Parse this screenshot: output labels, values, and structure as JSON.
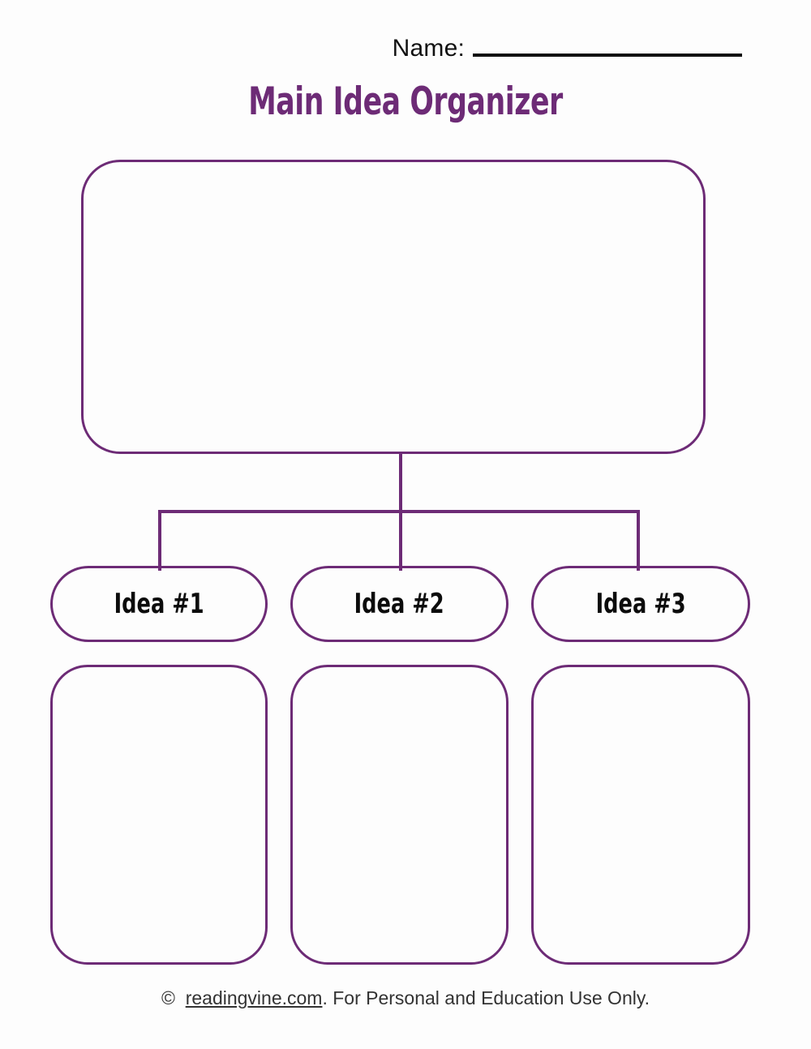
{
  "page": {
    "background_color": "#fdfdfd",
    "accent_color": "#6d2b76",
    "text_color": "#111111"
  },
  "header": {
    "name_label": "Name:",
    "name_value": "",
    "name_placeholder": ""
  },
  "title": "Main Idea Organizer",
  "main_idea": {
    "label": "",
    "value": "",
    "placeholder": ""
  },
  "branches": [
    {
      "pill_label": "Idea #1",
      "detail_value": "",
      "detail_placeholder": ""
    },
    {
      "pill_label": "Idea #2",
      "detail_value": "",
      "detail_placeholder": ""
    },
    {
      "pill_label": "Idea #3",
      "detail_value": "",
      "detail_placeholder": ""
    }
  ],
  "footer": {
    "copyright_symbol": "©",
    "site": "readingvine.com",
    "notice": ". For Personal and Education Use Only."
  }
}
